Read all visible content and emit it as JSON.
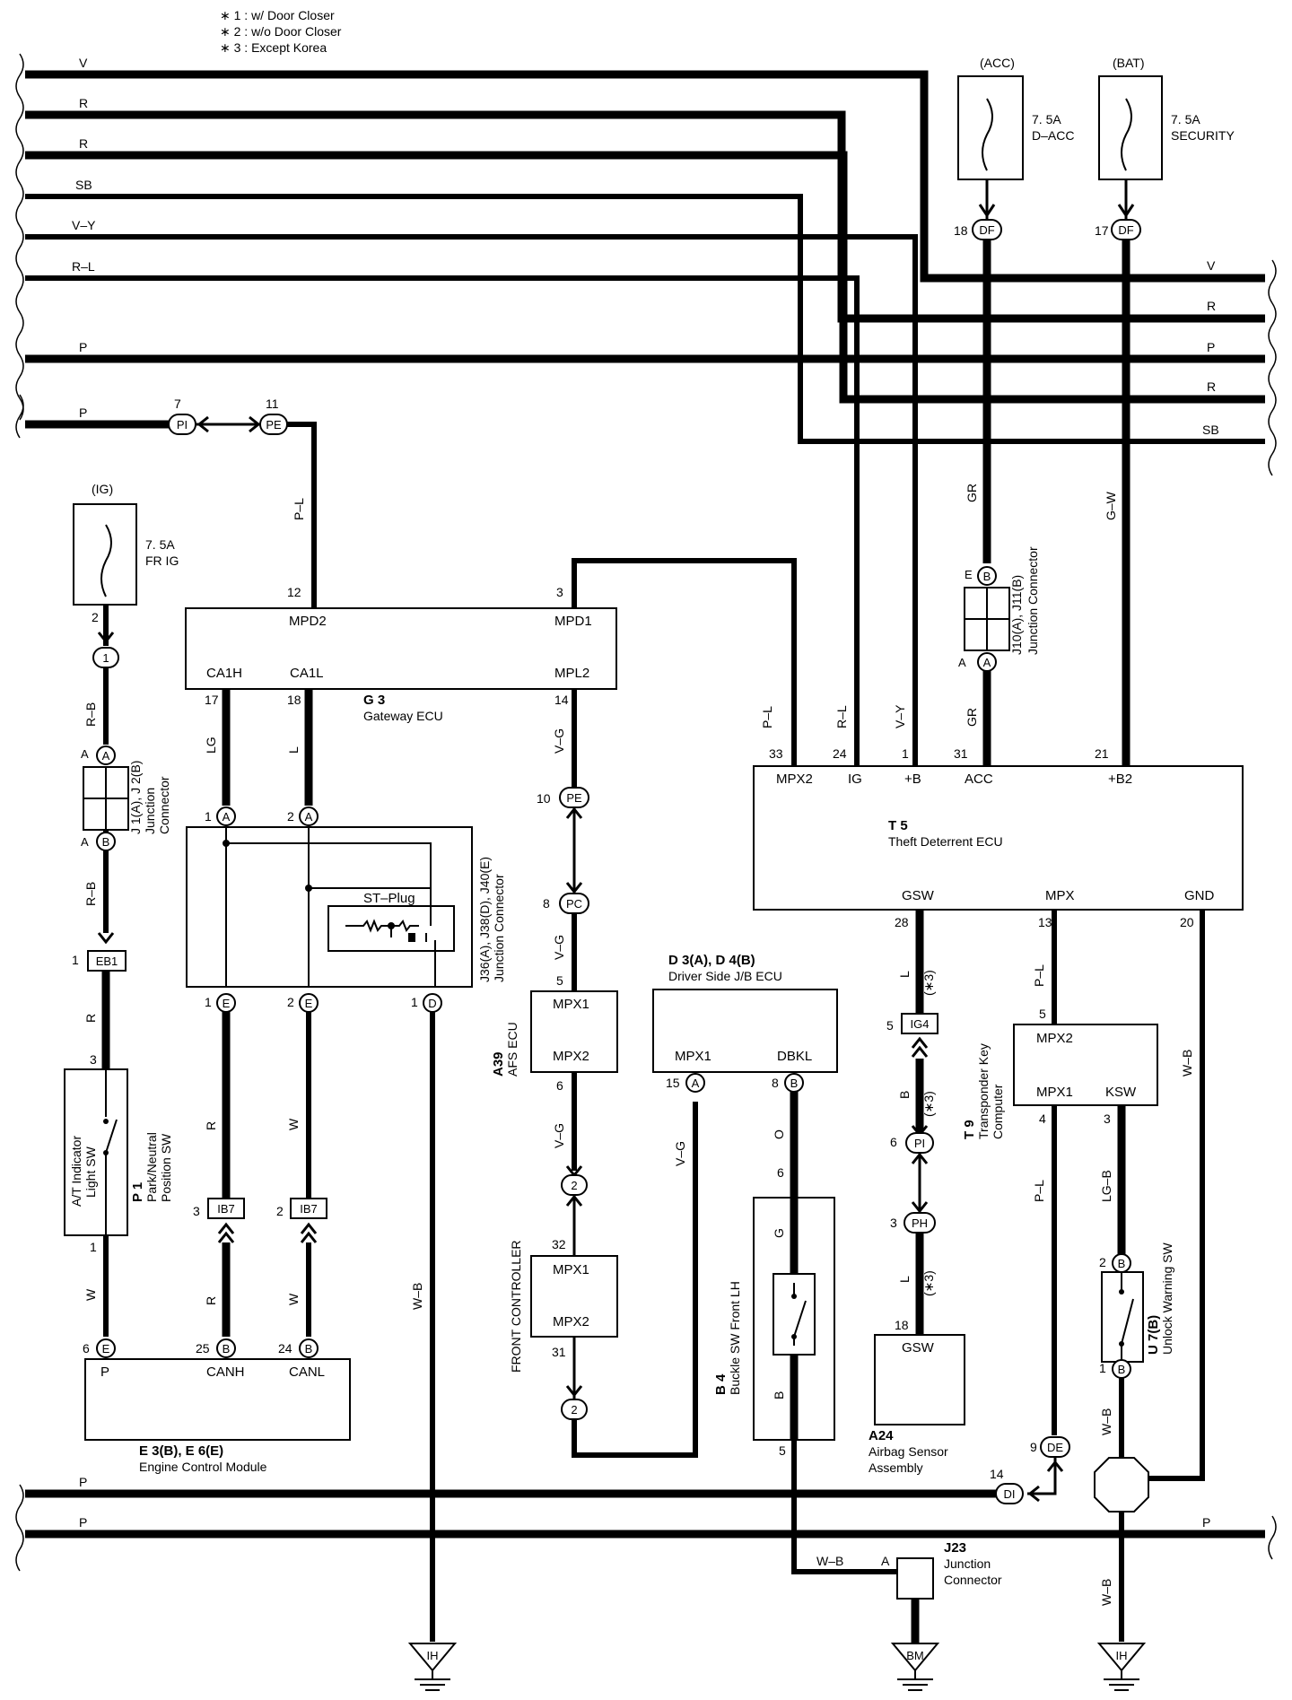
{
  "notes": [
    "∗ 1 : w/ Door Closer",
    "∗ 2 : w/o Door Closer",
    "∗ 3 : Except Korea"
  ],
  "left_buses": [
    "V",
    "R",
    "R",
    "SB",
    "V–Y",
    "R–L",
    "P",
    "P"
  ],
  "right_buses": [
    "V",
    "R",
    "P",
    "R",
    "SB"
  ],
  "bottom_buses": {
    "p1_left": "P",
    "p2_left": "P",
    "p2_right": "P"
  },
  "fuses": {
    "acc": {
      "source": "(ACC)",
      "rating": "7. 5A",
      "name": "D–ACC",
      "pin": "18",
      "connector": "DF"
    },
    "bat": {
      "source": "(BAT)",
      "rating": "7. 5A",
      "name": "SECURITY",
      "pin": "17",
      "connector": "DF"
    },
    "ig": {
      "source": "(IG)",
      "rating": "7. 5A",
      "name": "FR IG",
      "pin": "2",
      "connector": "1"
    }
  },
  "connectors": {
    "pi7": {
      "pin": "7",
      "label": "PI"
    },
    "pe11": {
      "pin": "11",
      "label": "PE"
    },
    "pe10": {
      "pin": "10",
      "label": "PE"
    },
    "pc8": {
      "pin": "8",
      "label": "PC"
    },
    "eb1": {
      "pin": "1",
      "label": "EB1"
    },
    "ib7a": {
      "pin": "3",
      "label": "IB7"
    },
    "ib7b": {
      "pin": "2",
      "label": "IB7"
    },
    "ig4": {
      "pin": "5",
      "label": "IG4"
    },
    "pi6": {
      "pin": "6",
      "label": "PI"
    },
    "ph3": {
      "pin": "3",
      "label": "PH"
    },
    "de9": {
      "pin": "9",
      "label": "DE"
    },
    "di14": {
      "pin": "14",
      "label": "DI"
    },
    "fc_top": {
      "label": "2"
    },
    "fc_bottom": {
      "label": "2"
    }
  },
  "gateway": {
    "id": "G 3",
    "name": "Gateway ECU",
    "pins": {
      "mpd2": "MPD2",
      "mpd1": "MPD1",
      "ca1h": "CA1H",
      "ca1l": "CA1L",
      "mpl2": "MPL2"
    },
    "nums": {
      "mpd2": "12",
      "mpd1": "3",
      "ca1h": "17",
      "ca1l": "18",
      "mpl2": "14"
    }
  },
  "theft": {
    "id": "T 5",
    "name": "Theft Deterrent ECU",
    "pins": {
      "mpx2": "MPX2",
      "ig": "IG",
      "b": "+B",
      "acc": "ACC",
      "b2": "+B2",
      "gsw": "GSW",
      "mpx": "MPX",
      "gnd": "GND"
    },
    "nums": {
      "mpx2": "33",
      "ig": "24",
      "b": "1",
      "acc": "31",
      "b2": "21",
      "gsw": "28",
      "mpx": "13",
      "gnd": "20"
    }
  },
  "j10": {
    "label": "J10(A), J11(B)",
    "name": "Junction Connector",
    "top": "B",
    "bottom": "A",
    "top_pin": "E"
  },
  "j1": {
    "label": "J 1(A), J 2(B)",
    "name1": "Junction",
    "name2": "Connector",
    "top": "A",
    "bottom": "B",
    "top_pin": "A",
    "bottom_pin": "A"
  },
  "j36": {
    "label": "J36(A), J38(D), J40(E)",
    "name": "Junction Connector",
    "stplug": "ST–Plug",
    "pins": {
      "t1": "1",
      "t2": "2",
      "b1": "1",
      "b2": "2",
      "b3": "1"
    },
    "letters": {
      "t1": "A",
      "t2": "A",
      "b1": "E",
      "b2": "E",
      "b3": "D"
    }
  },
  "afs": {
    "id": "A39",
    "name": "AFS ECU",
    "mpx1": "MPX1",
    "mpx2": "MPX2",
    "top": "5",
    "bottom": "6"
  },
  "front": {
    "name": "FRONT CONTROLLER",
    "mpx1": "MPX1",
    "mpx2": "MPX2",
    "top": "32",
    "bottom": "31"
  },
  "driver": {
    "label": "D 3(A), D 4(B)",
    "name": "Driver Side J/B ECU",
    "mpx1": "MPX1",
    "dbkl": "DBKL",
    "p1": "15",
    "l1": "A",
    "p2": "8",
    "l2": "B"
  },
  "transponder": {
    "id": "T 9",
    "name1": "Transponder Key",
    "name2": "Computer",
    "mpx2": "MPX2",
    "mpx1": "MPX1",
    "ksw": "KSW",
    "top": "5",
    "p1": "4",
    "p2": "3"
  },
  "airbag": {
    "id": "A24",
    "name1": "Airbag Sensor",
    "name2": "Assembly",
    "gsw": "GSW",
    "pin": "18"
  },
  "buckle": {
    "id": "B 4",
    "name": "Buckle SW Front LH",
    "top": "6",
    "bottom": "5",
    "wg": "G",
    "wb": "B"
  },
  "ecm": {
    "label": "E 3(B), E 6(E)",
    "name": "Engine Control Module",
    "p": "P",
    "canh": "CANH",
    "canl": "CANL",
    "pins": {
      "p": "6",
      "canh": "25",
      "canl": "24"
    },
    "letters": {
      "p": "E",
      "canh": "B",
      "canl": "B"
    }
  },
  "park": {
    "id": "P 1",
    "name1": "Park/Neutral",
    "name2": "Position SW",
    "sw1": "A/T Indicator",
    "sw2": "Light SW",
    "top": "3",
    "bottom": "1"
  },
  "unlock": {
    "id": "U 7(B)",
    "name": "Unlock Warning SW",
    "top": "2",
    "bottom": "1",
    "letter_t": "B",
    "letter_b": "B"
  },
  "j23": {
    "id": "J23",
    "name1": "Junction",
    "name2": "Connector",
    "pin": "A"
  },
  "grounds": [
    "IH",
    "BM",
    "IH"
  ],
  "wire_colors": {
    "pl_top": "P–L",
    "r_b1": "R–B",
    "r_b2": "R–B",
    "r": "R",
    "w1": "W",
    "lg": "LG",
    "l": "L",
    "r2": "R",
    "w2": "W",
    "r3": "R",
    "w3": "W",
    "wb1": "W–B",
    "vg1": "V–G",
    "vg2": "V–G",
    "vg3": "V–G",
    "vg4": "V–G",
    "pl2": "P–L",
    "rl": "R–L",
    "vy": "V–Y",
    "gr1": "GR",
    "gr2": "GR",
    "gw": "G–W",
    "l1": "L",
    "b1": "B",
    "l2": "L",
    "pl3": "P–L",
    "pl4": "P–L",
    "lgb": "LG–B",
    "wb2": "W–B",
    "wb3": "W–B",
    "wb4": "W–B",
    "wb5": "W–B",
    "o": "O",
    "g": "G",
    "b2": "B",
    "star3a": "(∗3)",
    "star3b": "(∗3)",
    "star3c": "(∗3)"
  }
}
